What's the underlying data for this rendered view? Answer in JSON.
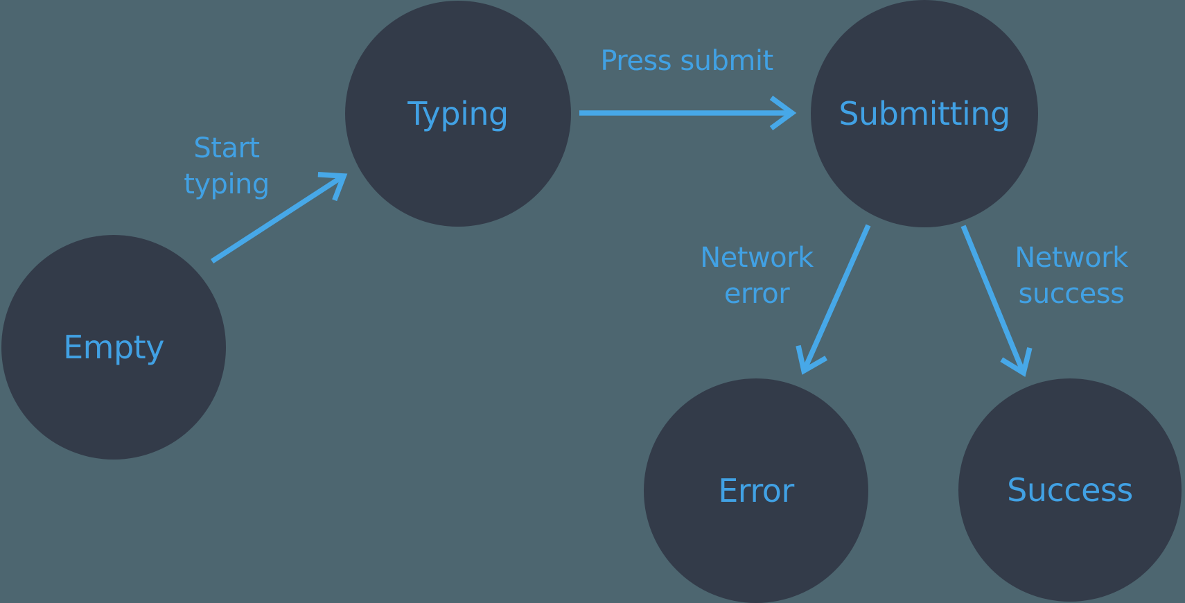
{
  "colors": {
    "background": "#4D6670",
    "node_fill": "#333B49",
    "label_blue": "#41A1E4",
    "arrow_blue": "#47A8E8"
  },
  "nodes": [
    {
      "id": "empty",
      "label": "Empty"
    },
    {
      "id": "typing",
      "label": "Typing"
    },
    {
      "id": "submitting",
      "label": "Submitting"
    },
    {
      "id": "error",
      "label": "Error"
    },
    {
      "id": "success",
      "label": "Success"
    }
  ],
  "edges": [
    {
      "id": "start-typing",
      "label": "Start typing",
      "lines": [
        "Start",
        "typing"
      ],
      "from": "empty",
      "to": "typing"
    },
    {
      "id": "press-submit",
      "label": "Press submit",
      "lines": [
        "Press submit"
      ],
      "from": "typing",
      "to": "submitting"
    },
    {
      "id": "network-error",
      "label": "Network error",
      "lines": [
        "Network",
        "error"
      ],
      "from": "submitting",
      "to": "error"
    },
    {
      "id": "network-success",
      "label": "Network success",
      "lines": [
        "Network",
        "success"
      ],
      "from": "submitting",
      "to": "success"
    }
  ]
}
